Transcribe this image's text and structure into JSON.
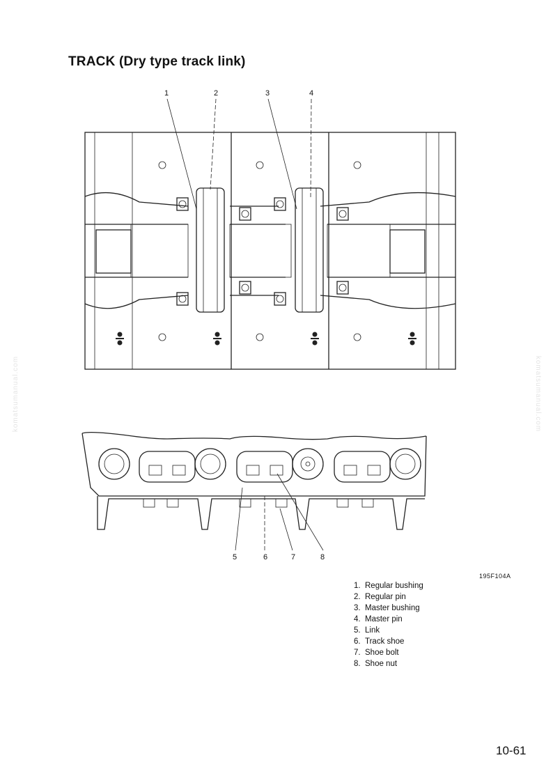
{
  "title": "TRACK (Dry type track link)",
  "callouts_top": [
    "1",
    "2",
    "3",
    "4"
  ],
  "callouts_bottom": [
    "5",
    "6",
    "7",
    "8"
  ],
  "figure_id": "195F104A",
  "legend": [
    {
      "num": "1.",
      "label": "Regular bushing"
    },
    {
      "num": "2.",
      "label": "Regular pin"
    },
    {
      "num": "3.",
      "label": "Master bushing"
    },
    {
      "num": "4.",
      "label": "Master pin"
    },
    {
      "num": "5.",
      "label": "Link"
    },
    {
      "num": "6.",
      "label": "Track shoe"
    },
    {
      "num": "7.",
      "label": "Shoe bolt"
    },
    {
      "num": "8.",
      "label": "Shoe nut"
    }
  ],
  "page_number": "10-61",
  "watermark": "komatsumanual.com"
}
